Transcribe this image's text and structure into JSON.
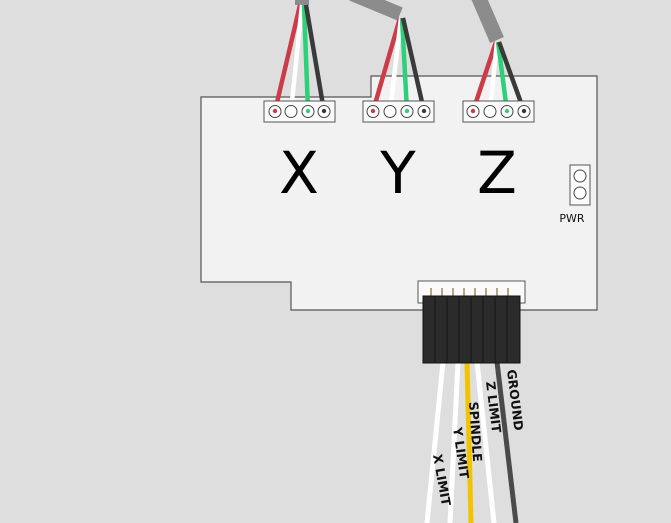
{
  "board": {
    "axes": [
      {
        "label": "X"
      },
      {
        "label": "Y"
      },
      {
        "label": "Z"
      }
    ],
    "power_label": "PWR"
  },
  "limit_harness": {
    "wires": [
      {
        "label": "X LIMIT",
        "color": "#ffffff"
      },
      {
        "label": "Y LIMIT",
        "color": "#ffffff"
      },
      {
        "label": "SPINDLE",
        "color": "#f2c400"
      },
      {
        "label": "Z LIMIT",
        "color": "#ffffff"
      },
      {
        "label": "GROUND",
        "color": "#4a4a4a"
      }
    ]
  },
  "colors": {
    "board": "#f2f2f2",
    "board_outline": "#555555",
    "connector": "#2b2b2b",
    "motor_wire_red": "#cc3b48",
    "motor_wire_green": "#2fd07a",
    "motor_wire_white": "#ffffff",
    "motor_wire_black": "#3a3a3a",
    "cable_jacket": "#8c8c8c"
  }
}
